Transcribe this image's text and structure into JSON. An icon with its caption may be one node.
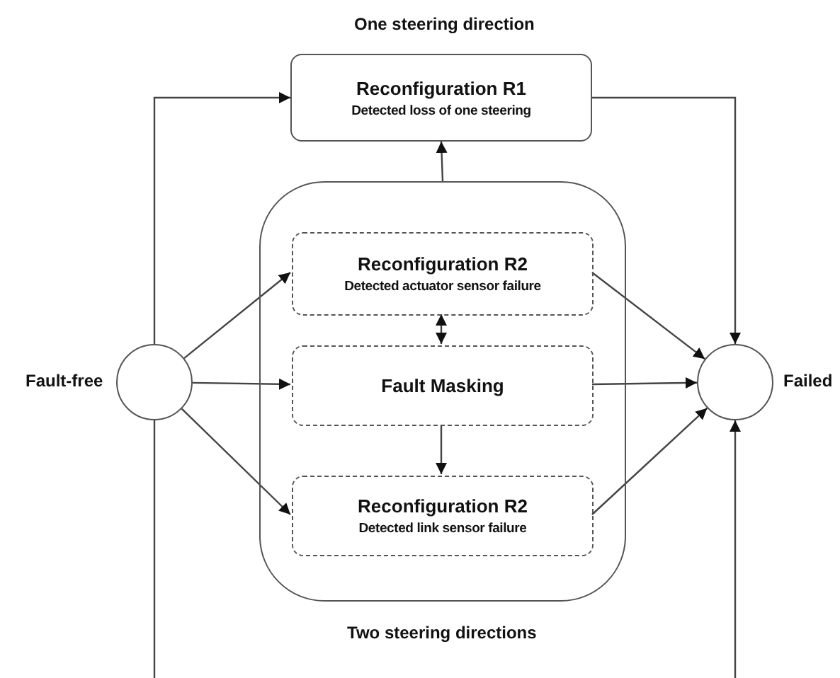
{
  "diagram": {
    "nodes": [
      {
        "text": [],
        "shape": "circle",
        "beside": [
          "Fault-free"
        ]
      },
      {
        "text": [
          "Reconfiguration R1",
          "Detected loss of one steering"
        ],
        "beside": [
          "One steering direction"
        ]
      },
      {
        "text": [],
        "shape": "box",
        "beside": [
          "Two steering directions"
        ]
      },
      {
        "text": [
          "Reconfiguration R2",
          "Detected actuator sensor failure"
        ],
        "in": 2
      },
      {
        "text": [
          "Fault Masking"
        ],
        "in": 2
      },
      {
        "text": [
          "Reconfiguration R2",
          "Detected link sensor failure"
        ],
        "in": 2
      },
      {
        "text": [],
        "shape": "circle",
        "beside": [
          "Failed"
        ]
      }
    ],
    "edges": [
      {
        "from": 0,
        "to": 1,
        "arrow": "to"
      },
      {
        "from": 0,
        "to": 3,
        "arrow": "to"
      },
      {
        "from": 0,
        "to": 4,
        "arrow": "to"
      },
      {
        "from": 0,
        "to": 5,
        "arrow": "to"
      },
      {
        "from": 3,
        "to": 6,
        "arrow": "to"
      },
      {
        "from": 4,
        "to": 6,
        "arrow": "to"
      },
      {
        "from": 5,
        "to": 6,
        "arrow": "to"
      },
      {
        "from": 3,
        "to": 4,
        "arrow": "both"
      },
      {
        "from": 4,
        "to": 5,
        "arrow": "to"
      },
      {
        "from": 2,
        "to": 1,
        "arrow": "to"
      },
      {
        "from": 1,
        "to": 6,
        "arrow": "to"
      },
      {
        "from": 0,
        "to": null,
        "arrow": "none"
      },
      {
        "from": null,
        "to": 6,
        "arrow": "to"
      }
    ]
  }
}
